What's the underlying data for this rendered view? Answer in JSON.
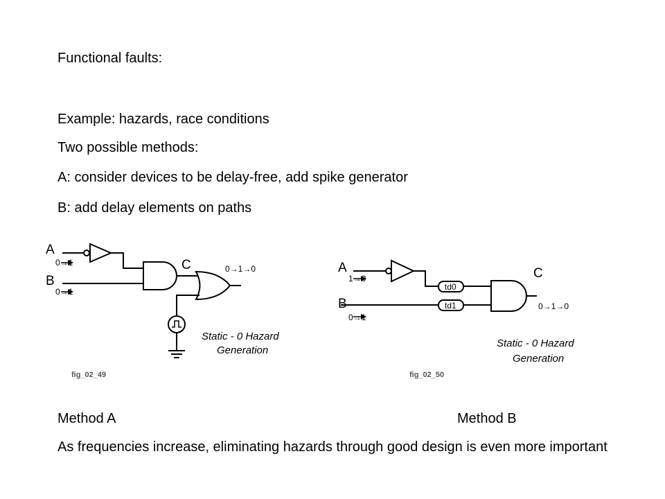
{
  "text": {
    "heading": "Functional faults:",
    "example": "Example:  hazards, race conditions",
    "methods_intro": "Two possible methods:",
    "method_a_desc": "A: consider devices to be delay-free, add spike generator",
    "method_b_desc": "B: add delay elements on paths",
    "method_a_label": "Method A",
    "method_b_label": "Method B",
    "conclusion": "As frequencies increase, eliminating hazards through good design is even more important"
  },
  "figure_a": {
    "input_a": "A",
    "input_a_transition": "0→1",
    "input_b": "B",
    "input_b_transition": "0→1",
    "node": "C",
    "output_transition": "0→1→0",
    "caption_line1": "Static - 0 Hazard",
    "caption_line2": "Generation",
    "fig_id": "fig_02_49"
  },
  "figure_b": {
    "input_a": "A",
    "input_a_transition": "1→0",
    "input_b": "B",
    "input_b_transition": "0→1",
    "node": "C",
    "delay_0": "td0",
    "delay_1": "td1",
    "output_transition": "0→1→0",
    "caption_line1": "Static - 0 Hazard",
    "caption_line2": "Generation",
    "fig_id": "fig_02_50"
  }
}
